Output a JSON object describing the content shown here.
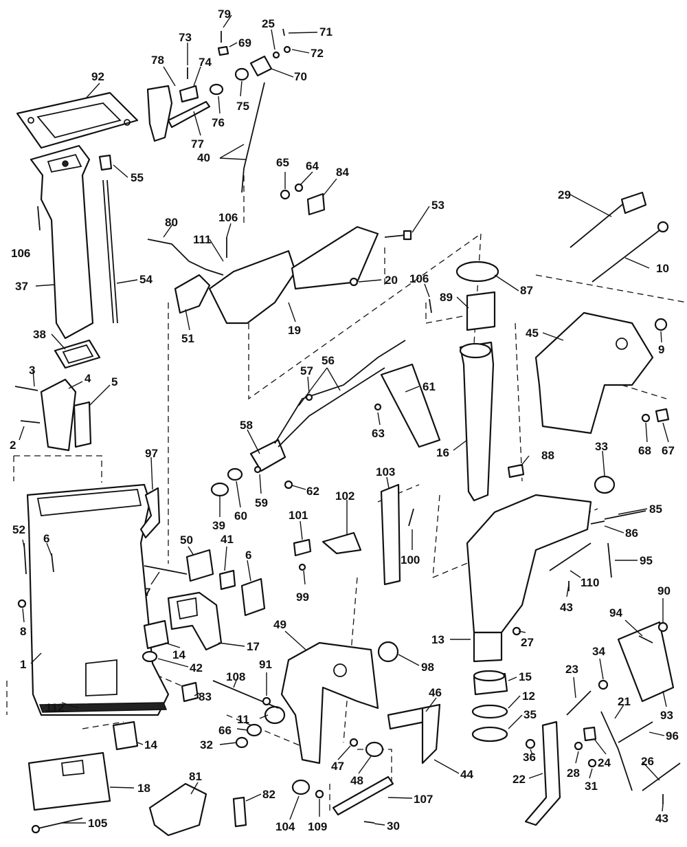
{
  "diagram": {
    "title": "",
    "callouts": [
      {
        "id": "c-79",
        "label": "79"
      },
      {
        "id": "c-73",
        "label": "73"
      },
      {
        "id": "c-69",
        "label": "69"
      },
      {
        "id": "c-25",
        "label": "25"
      },
      {
        "id": "c-71",
        "label": "71"
      },
      {
        "id": "c-72",
        "label": "72"
      },
      {
        "id": "c-78",
        "label": "78"
      },
      {
        "id": "c-74",
        "label": "74"
      },
      {
        "id": "c-70",
        "label": "70"
      },
      {
        "id": "c-92",
        "label": "92"
      },
      {
        "id": "c-75",
        "label": "75"
      },
      {
        "id": "c-76",
        "label": "76"
      },
      {
        "id": "c-77",
        "label": "77"
      },
      {
        "id": "c-40",
        "label": "40"
      },
      {
        "id": "c-55",
        "label": "55"
      },
      {
        "id": "c-65",
        "label": "65"
      },
      {
        "id": "c-64",
        "label": "64"
      },
      {
        "id": "c-84",
        "label": "84"
      },
      {
        "id": "c-29",
        "label": "29"
      },
      {
        "id": "c-53",
        "label": "53"
      },
      {
        "id": "c-80",
        "label": "80"
      },
      {
        "id": "c-106a",
        "label": "106"
      },
      {
        "id": "c-106b",
        "label": "106"
      },
      {
        "id": "c-111",
        "label": "111"
      },
      {
        "id": "c-10",
        "label": "10"
      },
      {
        "id": "c-37",
        "label": "37"
      },
      {
        "id": "c-54",
        "label": "54"
      },
      {
        "id": "c-20",
        "label": "20"
      },
      {
        "id": "c-106c",
        "label": "106"
      },
      {
        "id": "c-87",
        "label": "87"
      },
      {
        "id": "c-89",
        "label": "89"
      },
      {
        "id": "c-51",
        "label": "51"
      },
      {
        "id": "c-19",
        "label": "19"
      },
      {
        "id": "c-38",
        "label": "38"
      },
      {
        "id": "c-45",
        "label": "45"
      },
      {
        "id": "c-9",
        "label": "9"
      },
      {
        "id": "c-3",
        "label": "3"
      },
      {
        "id": "c-4",
        "label": "4"
      },
      {
        "id": "c-5",
        "label": "5"
      },
      {
        "id": "c-56",
        "label": "56"
      },
      {
        "id": "c-57",
        "label": "57"
      },
      {
        "id": "c-61",
        "label": "61"
      },
      {
        "id": "c-2",
        "label": "2"
      },
      {
        "id": "c-63",
        "label": "63"
      },
      {
        "id": "c-58",
        "label": "58"
      },
      {
        "id": "c-68",
        "label": "68"
      },
      {
        "id": "c-67",
        "label": "67"
      },
      {
        "id": "c-97",
        "label": "97"
      },
      {
        "id": "c-16",
        "label": "16"
      },
      {
        "id": "c-33",
        "label": "33"
      },
      {
        "id": "c-88",
        "label": "88"
      },
      {
        "id": "c-103",
        "label": "103"
      },
      {
        "id": "c-62",
        "label": "62"
      },
      {
        "id": "c-39",
        "label": "39"
      },
      {
        "id": "c-60",
        "label": "60"
      },
      {
        "id": "c-59",
        "label": "59"
      },
      {
        "id": "c-102",
        "label": "102"
      },
      {
        "id": "c-85",
        "label": "85"
      },
      {
        "id": "c-101",
        "label": "101"
      },
      {
        "id": "c-86",
        "label": "86"
      },
      {
        "id": "c-52",
        "label": "52"
      },
      {
        "id": "c-6a",
        "label": "6"
      },
      {
        "id": "c-50",
        "label": "50"
      },
      {
        "id": "c-41",
        "label": "41"
      },
      {
        "id": "c-6b",
        "label": "6"
      },
      {
        "id": "c-100",
        "label": "100"
      },
      {
        "id": "c-95",
        "label": "95"
      },
      {
        "id": "c-99",
        "label": "99"
      },
      {
        "id": "c-110",
        "label": "110"
      },
      {
        "id": "c-7",
        "label": "7"
      },
      {
        "id": "c-90",
        "label": "90"
      },
      {
        "id": "c-43a",
        "label": "43"
      },
      {
        "id": "c-8",
        "label": "8"
      },
      {
        "id": "c-94",
        "label": "94"
      },
      {
        "id": "c-49",
        "label": "49"
      },
      {
        "id": "c-17",
        "label": "17"
      },
      {
        "id": "c-13",
        "label": "13"
      },
      {
        "id": "c-27",
        "label": "27"
      },
      {
        "id": "c-14a",
        "label": "14"
      },
      {
        "id": "c-34",
        "label": "34"
      },
      {
        "id": "c-1",
        "label": "1"
      },
      {
        "id": "c-42",
        "label": "42"
      },
      {
        "id": "c-91",
        "label": "91"
      },
      {
        "id": "c-98",
        "label": "98"
      },
      {
        "id": "c-23",
        "label": "23"
      },
      {
        "id": "c-15",
        "label": "15"
      },
      {
        "id": "c-108",
        "label": "108"
      },
      {
        "id": "c-46",
        "label": "46"
      },
      {
        "id": "c-83",
        "label": "83"
      },
      {
        "id": "c-12",
        "label": "12"
      },
      {
        "id": "c-21",
        "label": "21"
      },
      {
        "id": "c-93",
        "label": "93"
      },
      {
        "id": "c-112",
        "label": "112"
      },
      {
        "id": "c-11",
        "label": "11"
      },
      {
        "id": "c-35",
        "label": "35"
      },
      {
        "id": "c-66",
        "label": "66"
      },
      {
        "id": "c-96",
        "label": "96"
      },
      {
        "id": "c-14b",
        "label": "14"
      },
      {
        "id": "c-32",
        "label": "32"
      },
      {
        "id": "c-36",
        "label": "36"
      },
      {
        "id": "c-24",
        "label": "24"
      },
      {
        "id": "c-47",
        "label": "47"
      },
      {
        "id": "c-44",
        "label": "44"
      },
      {
        "id": "c-26",
        "label": "26"
      },
      {
        "id": "c-81",
        "label": "81"
      },
      {
        "id": "c-28",
        "label": "28"
      },
      {
        "id": "c-48",
        "label": "48"
      },
      {
        "id": "c-22",
        "label": "22"
      },
      {
        "id": "c-18",
        "label": "18"
      },
      {
        "id": "c-31",
        "label": "31"
      },
      {
        "id": "c-82",
        "label": "82"
      },
      {
        "id": "c-107",
        "label": "107"
      },
      {
        "id": "c-43b",
        "label": "43"
      },
      {
        "id": "c-105",
        "label": "105"
      },
      {
        "id": "c-104",
        "label": "104"
      },
      {
        "id": "c-109",
        "label": "109"
      },
      {
        "id": "c-30",
        "label": "30"
      }
    ]
  }
}
